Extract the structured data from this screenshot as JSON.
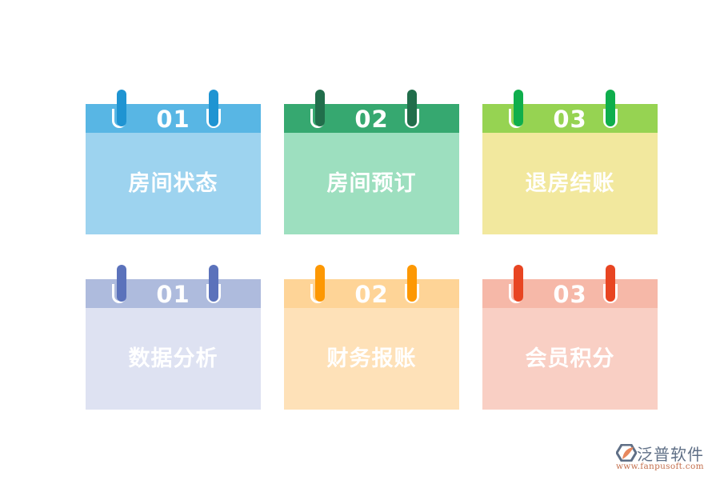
{
  "cards": [
    {
      "number": "01",
      "label": "房间状态",
      "colors": {
        "header": "#58b6e4",
        "body": "#9dd3ef",
        "clip": "#1f94d2"
      }
    },
    {
      "number": "02",
      "label": "房间预订",
      "colors": {
        "header": "#36a870",
        "body": "#9ddfbf",
        "clip": "#216e4b"
      }
    },
    {
      "number": "03",
      "label": "退房结账",
      "colors": {
        "header": "#96d352",
        "body": "#f2e89e",
        "clip": "#0fae4c"
      }
    },
    {
      "number": "01",
      "label": "数据分析",
      "colors": {
        "header": "#aebbdd",
        "body": "#dee2f2",
        "clip": "#5b72bb"
      }
    },
    {
      "number": "02",
      "label": "财务报账",
      "colors": {
        "header": "#fed497",
        "body": "#fee1b8",
        "clip": "#fd9803"
      }
    },
    {
      "number": "03",
      "label": "会员积分",
      "colors": {
        "header": "#f6b8a8",
        "body": "#f9cfc4",
        "clip": "#e84522"
      }
    }
  ],
  "logo": {
    "name": "泛普软件",
    "url": "www.fanpusoft.com",
    "icon": "fanpu-logo-icon",
    "colors": {
      "hex": "#5f6f86",
      "leaf": "#e7885e"
    }
  }
}
